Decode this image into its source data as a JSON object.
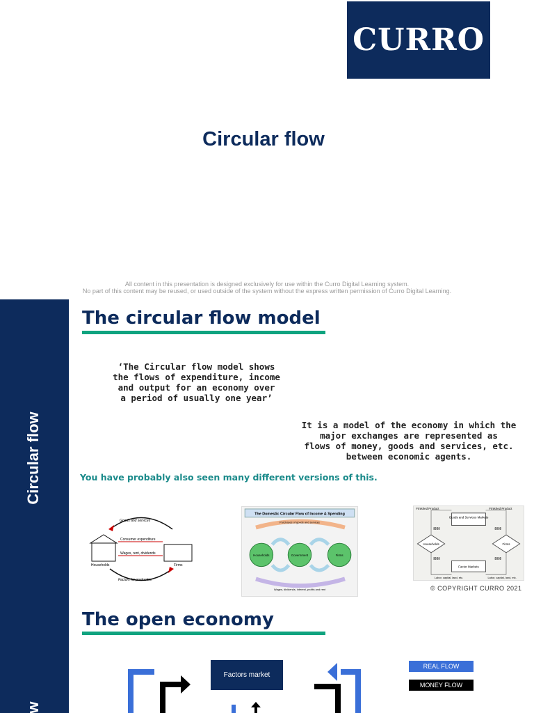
{
  "slide1": {
    "logo_text": "CURRO",
    "title": "Circular flow",
    "disclaimer_line1": "All content in this presentation is designed exclusively for use within the Curro Digital Learning system.",
    "disclaimer_line2": "No part of this content may be reused, or used outside of the system without the express written permission of Curro Digital Learning."
  },
  "slide2": {
    "sidebar_title": "Circular flow",
    "sidebar_title_partial": "w",
    "heading_model": "The circular flow model",
    "quote_lines": [
      "‘The Circular flow model shows",
      "the flows of expenditure, income",
      "and output for an economy over",
      "a period of usually one year’"
    ],
    "description_lines": [
      "It is a model of the economy in which the",
      "major exchanges are represented as",
      "flows of money, goods and services, etc.",
      "between economic agents."
    ],
    "versions_text": "You have probably also seen many different versions of this.",
    "diagram1": {
      "goods": "Goods and services",
      "consumer": "Consumer expenditure",
      "wages": "Wages, rent, dividends",
      "factors": "Factors for production",
      "households": "Households",
      "firms": "Firms"
    },
    "diagram2": {
      "title": "The Domestic Circular Flow of Income & Spending",
      "top": "Purchases of goods and services",
      "bottom": "Wages, dividends, interest, profits and rent",
      "households": "Households",
      "government": "Government",
      "firms": "Firms"
    },
    "diagram3": {
      "finished_left": "Finished Product",
      "finished_right": "Finished Product",
      "goods_markets": "Goods and Services Markets",
      "households": "Households",
      "firms": "Firms",
      "factor_markets": "Factor Markets",
      "money_tl": "$$$$",
      "money_tr": "$$$$",
      "money_bl": "$$$$",
      "money_br": "$$$$",
      "labor_left": "Labor, capital, land, etc.",
      "labor_right": "Labor, capital, land, etc."
    },
    "copyright": "© COPYRIGHT CURRO 2021",
    "heading_open": "The open economy",
    "factors_market": "Factors market",
    "real_flow": "REAL FLOW",
    "money_flow": "MONEY FLOW"
  },
  "colors": {
    "navy": "#0d2b5c",
    "green_bar": "#10a37f",
    "teal_text": "#1a8a8a",
    "real_flow_blue": "#3a6fd8"
  }
}
